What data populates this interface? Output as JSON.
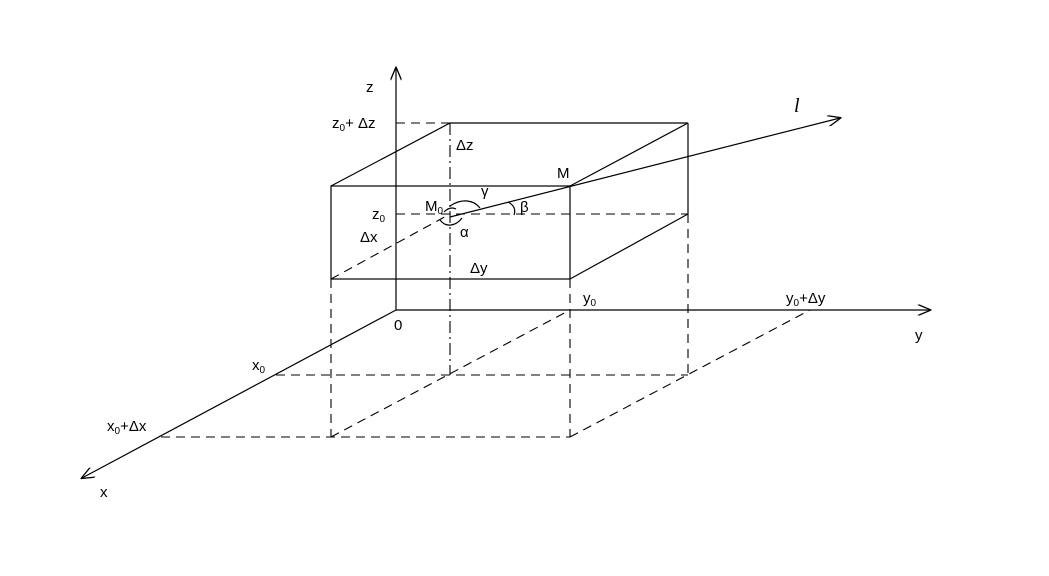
{
  "axes": {
    "z": "z",
    "y": "y",
    "x": "x",
    "origin": "0"
  },
  "labels": {
    "z0_dz": {
      "base": "z",
      "sub": "0",
      "rest": "+ Δz"
    },
    "dz": "Δz",
    "z0": {
      "base": "z",
      "sub": "0"
    },
    "M0": {
      "base": "M",
      "sub": "0"
    },
    "M": "M",
    "gamma": "γ",
    "beta": "β",
    "alpha": "α",
    "dx": "Δx",
    "dy": "Δy",
    "y0": {
      "base": "y",
      "sub": "0"
    },
    "y0_dy": {
      "base": "y",
      "sub": "0",
      "rest": "+Δy"
    },
    "x0": {
      "base": "x",
      "sub": "0"
    },
    "x0_dx": {
      "base": "x",
      "sub": "0",
      "rest": "+Δx"
    },
    "l": "l"
  }
}
